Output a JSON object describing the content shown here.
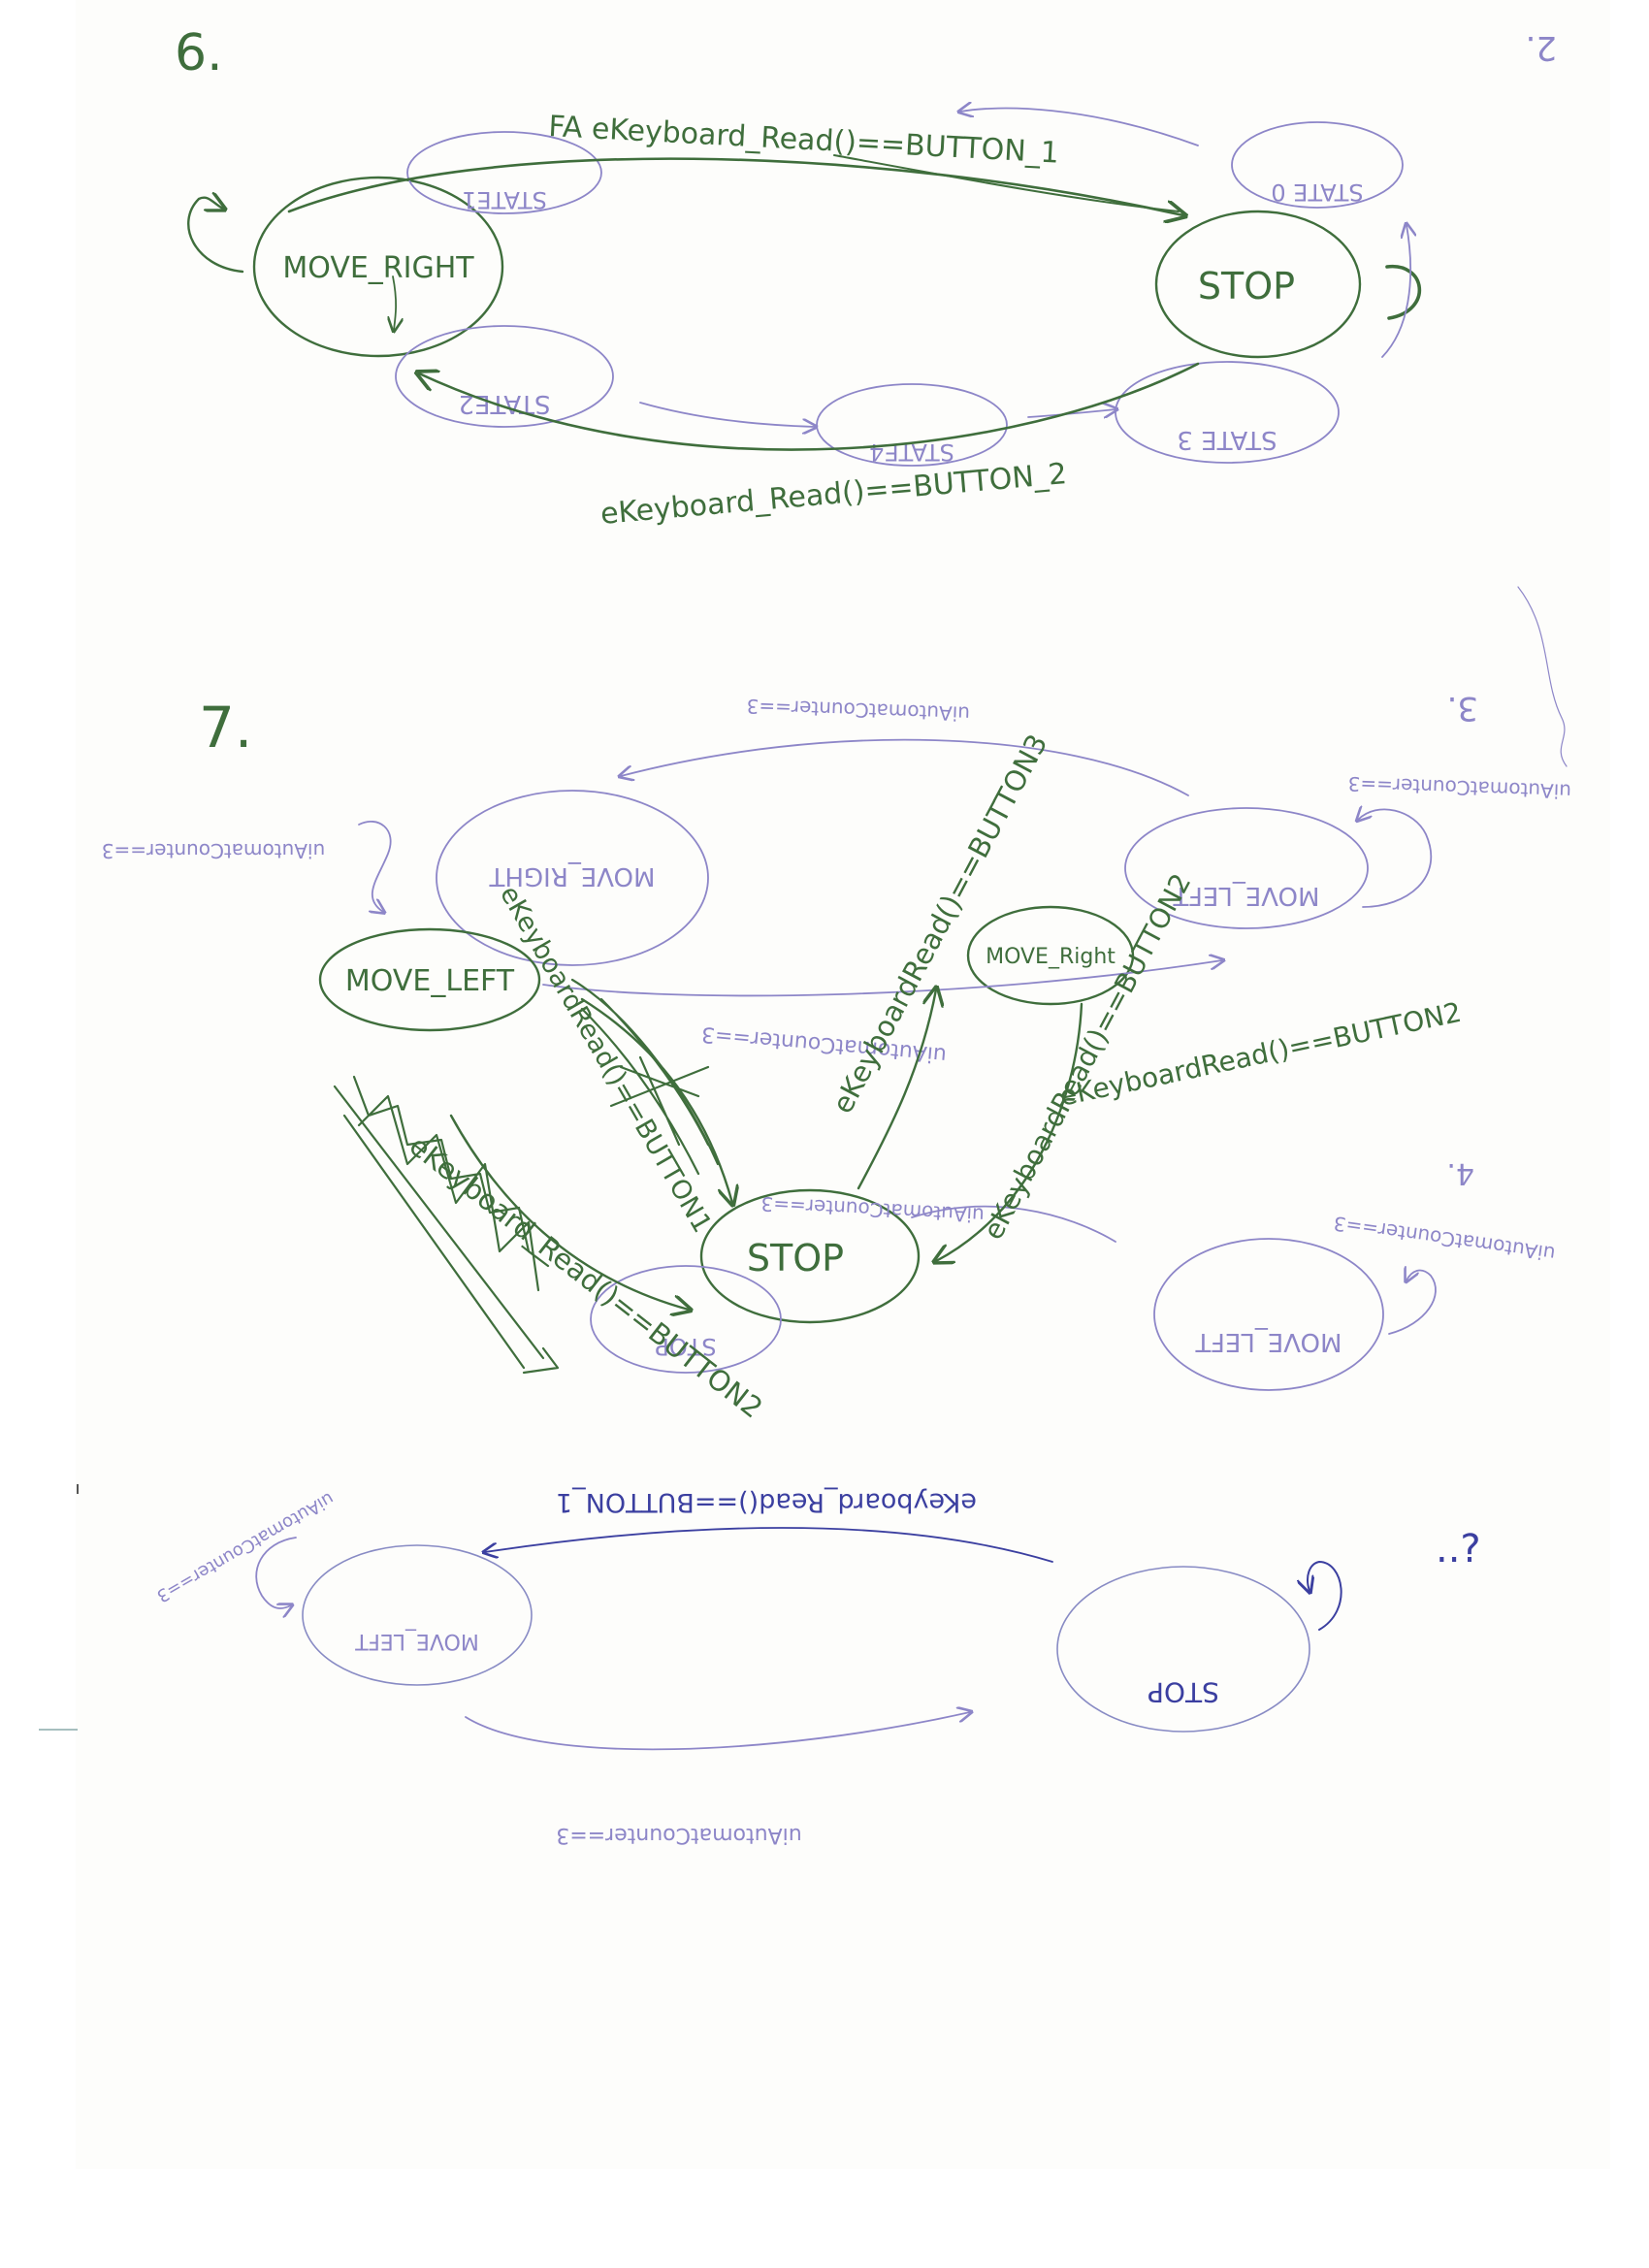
{
  "sections": [
    {
      "number": "6.",
      "corner_mark": "2."
    },
    {
      "number": "7.",
      "corner_mark": "3."
    }
  ],
  "extra_marks": {
    "lower_right_4": "4.",
    "lower_right_q": "..?"
  },
  "diagram6": {
    "states": {
      "move_right": "MOVE_RIGHT",
      "stop": "STOP"
    },
    "mirrored_states": {
      "state1": "STATE1",
      "state0": "STATE 0",
      "state2": "STATE2",
      "state4": "STATE4",
      "state3": "STATE 3"
    },
    "transitions": {
      "to_stop": "FA eKeyboard_Read()==BUTTON_1",
      "to_move_right": "eKeyboard_Read()==BUTTON_2"
    }
  },
  "diagram7": {
    "states": {
      "move_left": "MOVE_LEFT",
      "move_right_small": "MOVE_Right",
      "stop": "STOP"
    },
    "mirrored_states": {
      "move_right": "MOVE_RIGHT",
      "move_left_a": "MOVE_LEFT",
      "move_left_b": "MOVE_LEFT",
      "stop": "STOP",
      "move_left_c": "MOVE_LEFT",
      "stop_b": "STOP"
    },
    "transitions": {
      "button1": "eKeyboardRead()==BUTTON1",
      "button3": "eKeyboardRead()==BUTTON3",
      "button2": "eKeyboardRead()==BUTTON2",
      "button2_b": "eKeyboard_Read()==BUTTON2",
      "counter_top": "uiAutomatCounter==3",
      "counter_left": "uiAutomatCounter==3",
      "counter_right": "uiAutomatCounter==3",
      "counter_mid": "uiAutomatCounter==3",
      "counter_mid2": "uiAutomatCounter==3",
      "counter_lower_right": "uiAutomatCounter==3",
      "bottom_button1": "eKeyboard_Read()==BUTTON_1",
      "bottom_counter": "uiAutomatCounter==3",
      "bottom_left_counter": "uiAutomatCounter==3"
    }
  }
}
